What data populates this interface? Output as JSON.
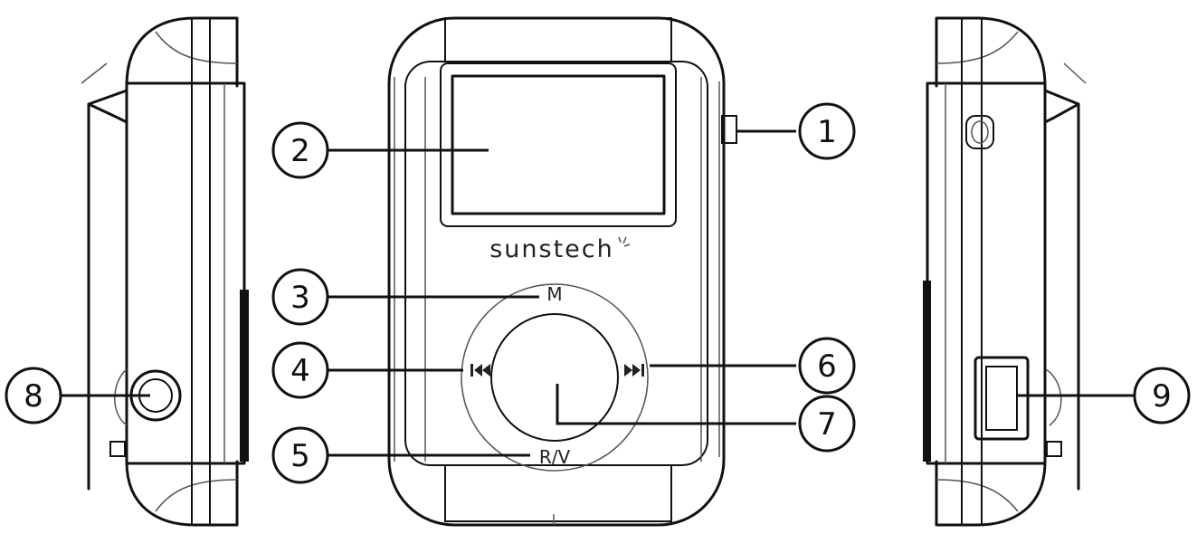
{
  "device": {
    "brand": "sunstech",
    "buttons": {
      "menu": "M",
      "prev_icon": "previous-track-icon",
      "next_icon": "next-track-icon",
      "rec_vol": "R/V"
    }
  },
  "callouts": [
    {
      "number": "1"
    },
    {
      "number": "2"
    },
    {
      "number": "3"
    },
    {
      "number": "4"
    },
    {
      "number": "5"
    },
    {
      "number": "6"
    },
    {
      "number": "7"
    },
    {
      "number": "8"
    },
    {
      "number": "9"
    }
  ]
}
